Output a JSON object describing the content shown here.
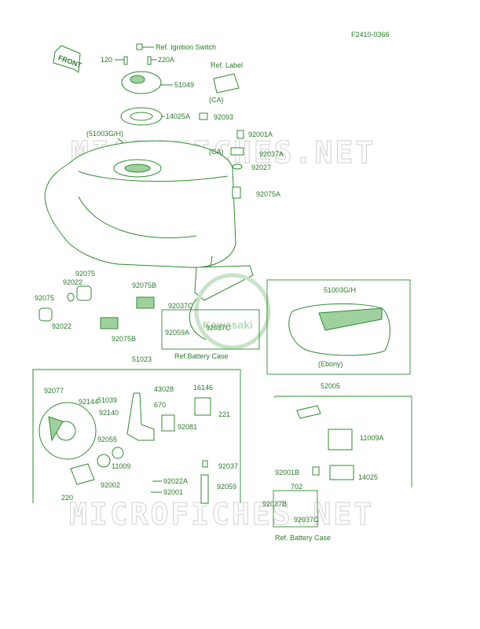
{
  "figure_code": "F2410-0366",
  "watermark": "MICROFICHES.NET",
  "logo_text": "Kawasaki",
  "front_label": "FRONT",
  "labels": {
    "ref_ignition": "Ref. Ignition Switch",
    "ref_label": "Ref. Label",
    "p120": "120",
    "p220a": "220A",
    "p51049": "51049",
    "p14025a": "14025A",
    "ca1": "(CA)",
    "p92093": "92093",
    "p51003gh_paren": "(51003G/H)",
    "p92001a": "92001A",
    "ca2": "(CA)",
    "p92037a": "92037A",
    "p92027": "92027",
    "p92075a": "92075A",
    "p92075_1": "92075",
    "p92022_1": "92022",
    "p92075_2": "92075",
    "p92022_2": "92022",
    "p92075b_1": "92075B",
    "p92075b_2": "92075B",
    "p92037c_1": "92037C",
    "p92037c_2": "92037C",
    "p92059a": "92059A",
    "ref_battery_1": "Ref.Battery Case",
    "p51003gh": "51003G/H",
    "ebony": "(Ebony)",
    "p51023": "51023",
    "p92077": "92077",
    "p92144": "92144",
    "p51039": "51039",
    "p92140": "92140",
    "p43028": "43028",
    "p670": "670",
    "p16146": "16146",
    "p221": "221",
    "p92081": "92081",
    "p92055": "92055",
    "p11009": "11009",
    "p92037": "92037",
    "p92002": "92002",
    "p92022a": "92022A",
    "p92001": "92001",
    "p92059": "92059",
    "p220": "220",
    "p52005": "52005",
    "p11009a": "11009A",
    "p92001b": "92001B",
    "p14025": "14025",
    "p702": "702",
    "p92037b": "92037B",
    "p92037c_3": "92037C",
    "ref_battery_2": "Ref. Battery Case"
  }
}
